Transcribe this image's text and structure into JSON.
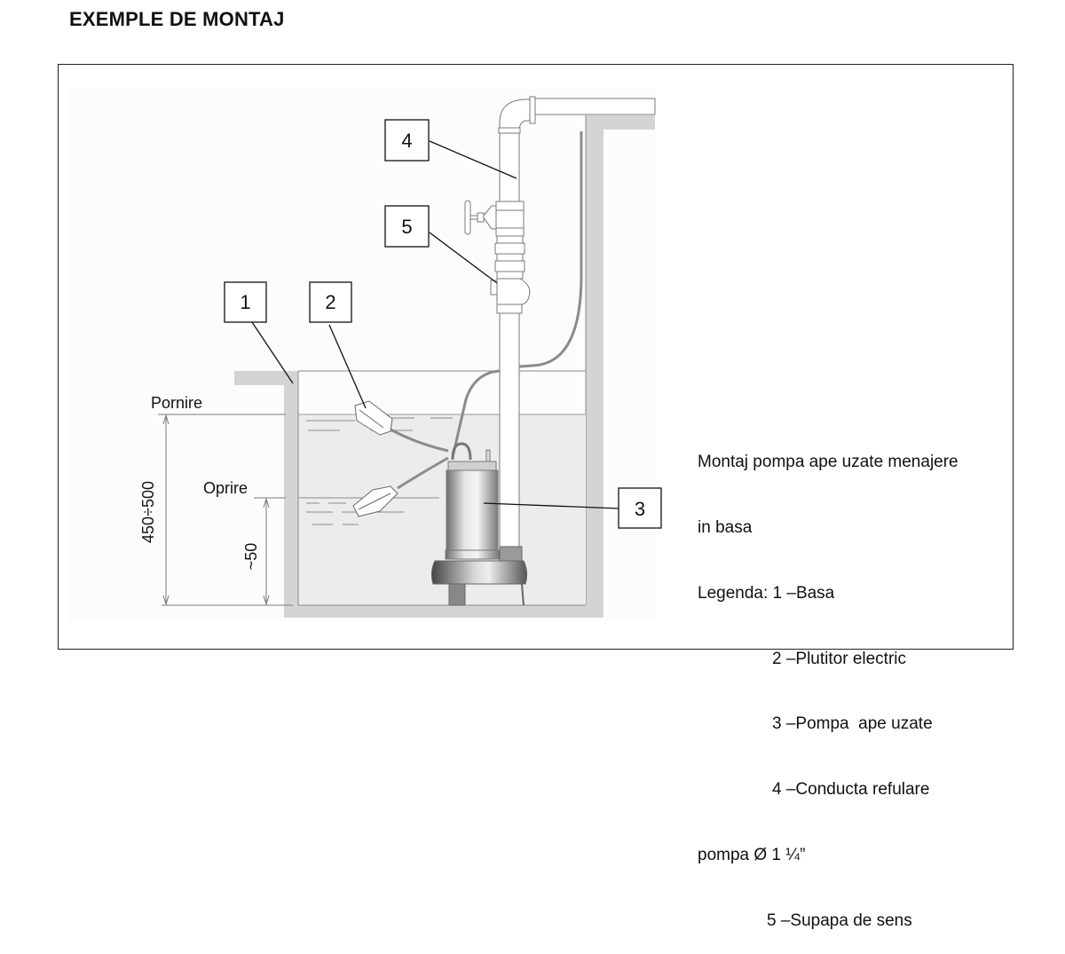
{
  "page": {
    "title": "EXEMPLE DE MONTAJ"
  },
  "diagram": {
    "callouts": [
      {
        "id": "1",
        "target": "basa"
      },
      {
        "id": "2",
        "target": "plutitor-electric"
      },
      {
        "id": "3",
        "target": "pompa-ape-uzate"
      },
      {
        "id": "4",
        "target": "conducta-refulare"
      },
      {
        "id": "5",
        "target": "supapa-de-sens"
      }
    ],
    "levels": {
      "start_label": "Pornire",
      "stop_label": "Oprire"
    },
    "dimensions": {
      "start_height": "450÷500",
      "stop_height": "~50"
    }
  },
  "legend": {
    "lines": [
      "Montaj pompa ape uzate menajere",
      "in basa",
      "Legenda: 1 –Basa",
      "2 –Plutitor electric",
      "3 –Pompa  ape uzate",
      "4 –Conducta refulare",
      "pompa Ø 1 ¼”",
      "5 –Supapa de sens"
    ]
  }
}
